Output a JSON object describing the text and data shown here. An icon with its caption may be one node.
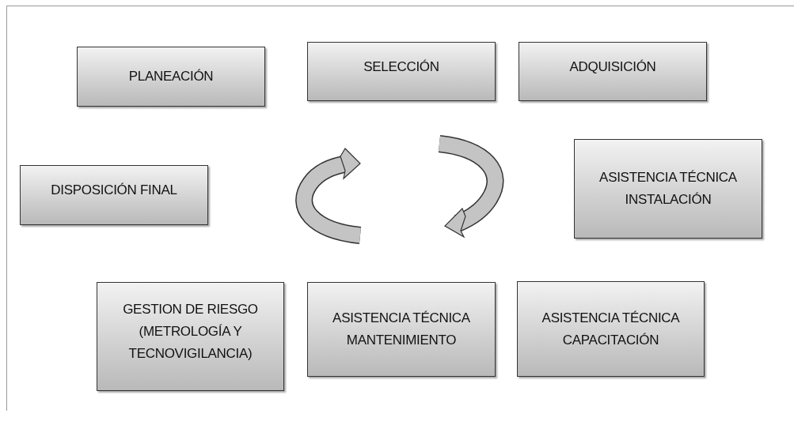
{
  "diagram": {
    "nodes": [
      {
        "text": [
          "PLANEACIÓN"
        ]
      },
      {
        "text": [
          "SELECCIÓN"
        ]
      },
      {
        "text": [
          "ADQUISICIÓN"
        ]
      },
      {
        "text": [
          "DISPOSICIÓN FINAL"
        ]
      },
      {
        "text": [
          "ASISTENCIA TÉCNICA INSTALACIÓN"
        ]
      },
      {
        "text": [
          "GESTION DE RIESGO (METROLOGÍA Y TECNOVIGILANCIA)"
        ]
      },
      {
        "text": [
          "ASISTENCIA TÉCNICA MANTENIMIENTO"
        ]
      },
      {
        "text": [
          "ASISTENCIA TÉCNICA CAPACITACIÓN"
        ]
      }
    ]
  }
}
